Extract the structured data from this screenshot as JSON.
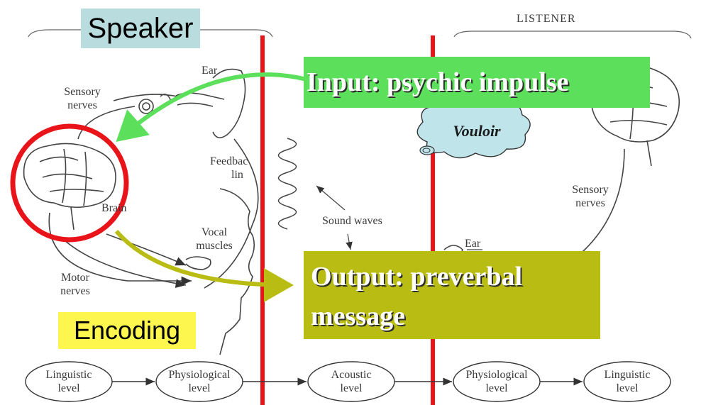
{
  "labels": {
    "speaker": "Speaker",
    "listener": "LISTENER",
    "encoding": "Encoding",
    "input": "Input: psychic impulse",
    "output_line1": "Output: preverbal",
    "output_line2": "message",
    "vouloir": "Vouloir"
  },
  "anatomy": {
    "ear_speaker": "Ear",
    "sensory_nerves_line1": "Sensory",
    "sensory_nerves_line2": "nerves",
    "feedback_line1": "Feedbac",
    "feedback_line2": "lin",
    "brain": "Brain",
    "vocal_line1": "Vocal",
    "vocal_line2": "muscles",
    "motor_line1": "Motor",
    "motor_line2": "nerves",
    "sound_waves": "Sound waves",
    "ear_listener": "Ear",
    "listener_sensory_line1": "Sensory",
    "listener_sensory_line2": "nerves"
  },
  "levels": [
    {
      "line1": "Linguistic",
      "line2": "level"
    },
    {
      "line1": "Physiological",
      "line2": "level"
    },
    {
      "line1": "Acoustic",
      "line2": "level"
    },
    {
      "line1": "Physiological",
      "line2": "level"
    },
    {
      "line1": "Linguistic",
      "line2": "level"
    }
  ],
  "colors": {
    "divider": "#e8141a",
    "brain_circle": "#e8141a",
    "input_arrow": "#5ce05c",
    "output_arrow": "#b9bd13",
    "speaker_bg": "#b9dcdf",
    "encoding_bg": "#fdf64f",
    "cloud_bg": "#bfe4ea"
  }
}
